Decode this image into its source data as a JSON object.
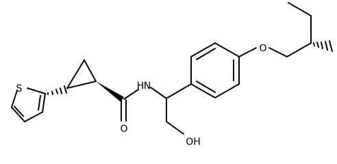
{
  "atoms": {
    "sulfur": "S",
    "amide_nitrogen": "N",
    "amide_hydrogen": "H",
    "carbonyl_oxygen": "O",
    "ether_oxygen": "O",
    "hydroxyl": "OH"
  },
  "colors": {
    "bond": "#000000",
    "text": "#000000",
    "background": "#ffffff"
  },
  "stereo": {
    "cyclopropane_thienyl_bond": "hashed-wedge",
    "cyclopropane_carbonyl_bond": "solid-wedge",
    "chiral_methyl_bond": "hashed-wedge"
  }
}
